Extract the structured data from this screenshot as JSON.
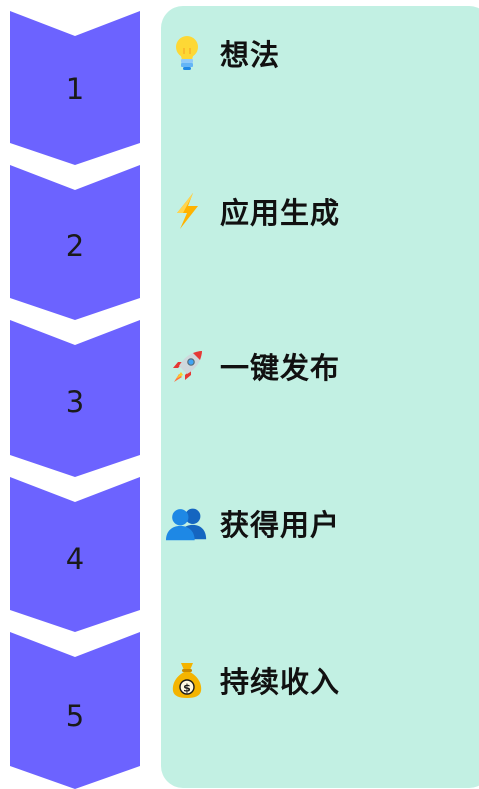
{
  "steps": [
    {
      "number": "1",
      "label": "想法",
      "icon": "lightbulb-icon"
    },
    {
      "number": "2",
      "label": "应用生成",
      "icon": "lightning-icon"
    },
    {
      "number": "3",
      "label": "一键发布",
      "icon": "rocket-icon"
    },
    {
      "number": "4",
      "label": "获得用户",
      "icon": "users-icon"
    },
    {
      "number": "5",
      "label": "持续收入",
      "icon": "money-bag-icon"
    }
  ],
  "colors": {
    "chevron": "#6c63ff",
    "panel": "#c2f0e3"
  }
}
